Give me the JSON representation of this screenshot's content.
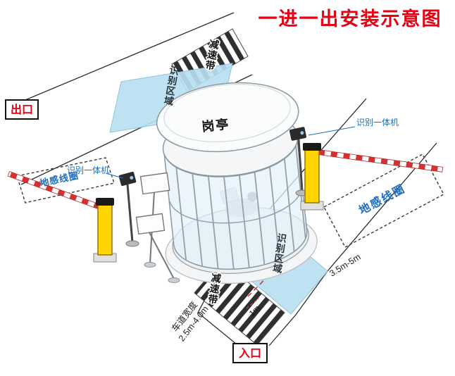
{
  "title": "一进一出安装示意图",
  "gates": {
    "exit": "出口",
    "entrance": "入口"
  },
  "booth": {
    "label": "岗亭"
  },
  "lanes": {
    "speed_bump_top": "减速带",
    "speed_bump_bottom": "减速带",
    "recognition_area_top": "识别区域",
    "recognition_area_bottom": "识别区域"
  },
  "equipment": {
    "ground_coil_left": "地感线圈",
    "ground_coil_right": "地感线圈",
    "recognition_machine_left": "识别一体机",
    "recognition_machine_right": "识别一体机"
  },
  "dimensions": {
    "coil_distance": "3.5m-5m",
    "lane_width_title": "车道宽度",
    "lane_width_range": "2.5m-4.0m",
    "bump_to_area": "1m"
  },
  "colors": {
    "title_red": "#e60012",
    "label_blue": "#1e6fbe",
    "area_blue": "#b9e0f1",
    "barrier_yellow": "#ffd400",
    "arm_red": "#d63031",
    "dash_red": "#e03131"
  }
}
